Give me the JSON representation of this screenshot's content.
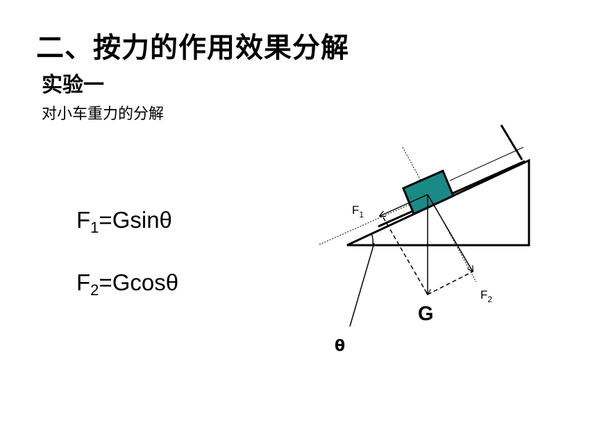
{
  "heading": "二、按力的作用效果分解",
  "experiment": "实验一",
  "description": "对小车重力的分解",
  "formulas": {
    "f1": {
      "symbol": "F",
      "sub": "1",
      "rhs": "=Gsinθ"
    },
    "f2": {
      "symbol": "F",
      "sub": "2",
      "rhs": "=Gcosθ"
    }
  },
  "diagram": {
    "label_f1": {
      "symbol": "F",
      "sub": "1"
    },
    "label_f2": {
      "symbol": "F",
      "sub": "2"
    },
    "label_g": "G",
    "label_theta": "θ",
    "block_color": "#1a8a86"
  }
}
